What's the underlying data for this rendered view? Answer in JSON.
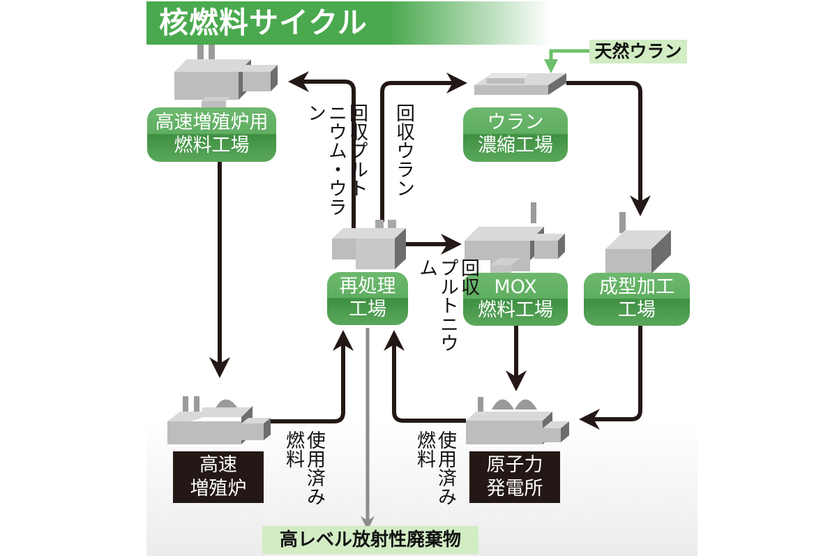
{
  "title": "核燃料サイクル",
  "colors": {
    "title_green": "#4aa94f",
    "pill_green": "#5fae61",
    "tag_green": "#d2ecc4",
    "arrow": "#231815",
    "waste_arrow": "#8c8c8c",
    "natural_uranium_arrow": "#6cc06a",
    "dark_label": "#231815"
  },
  "nodes": {
    "fbr_fuel_plant": {
      "lines": [
        "高速増殖炉用",
        "燃料工場"
      ]
    },
    "enrichment_plant": {
      "lines": [
        "ウラン",
        "濃縮工場"
      ]
    },
    "reprocessing_plant": {
      "lines": [
        "再処理",
        "工場"
      ]
    },
    "mox_fuel_plant": {
      "lines": [
        "MOX",
        "燃料工場"
      ]
    },
    "fabrication_plant": {
      "lines": [
        "成型加工",
        "工場"
      ]
    },
    "fast_breeder_reactor": {
      "lines": [
        "高速",
        "増殖炉"
      ]
    },
    "nuclear_power_plant": {
      "lines": [
        "原子力",
        "発電所"
      ]
    }
  },
  "inputs": {
    "natural_uranium": "天然ウラン"
  },
  "outputs": {
    "high_level_waste": "高レベル放射性廃棄物"
  },
  "flow_labels": {
    "recovered_pu_u": [
      "回収プルト",
      "ニウム・ウラン"
    ],
    "recovered_u": "回収ウラン",
    "recovered_pu": [
      "回収",
      "プルトニウム"
    ],
    "spent_fuel_fbr": [
      "使用済み",
      "燃料"
    ],
    "spent_fuel_npp": [
      "使用済み",
      "燃料"
    ]
  },
  "flows": [
    {
      "from": "reprocessing_plant",
      "to": "fbr_fuel_plant",
      "label": "回収プルトニウム・ウラン"
    },
    {
      "from": "reprocessing_plant",
      "to": "enrichment_plant",
      "label": "回収ウラン"
    },
    {
      "from": "reprocessing_plant",
      "to": "mox_fuel_plant",
      "label": "回収プルトニウム"
    },
    {
      "from": "natural_uranium",
      "to": "enrichment_plant",
      "label": "天然ウラン"
    },
    {
      "from": "enrichment_plant",
      "to": "fabrication_plant",
      "label": ""
    },
    {
      "from": "fabrication_plant",
      "to": "nuclear_power_plant",
      "label": ""
    },
    {
      "from": "mox_fuel_plant",
      "to": "nuclear_power_plant",
      "label": ""
    },
    {
      "from": "fbr_fuel_plant",
      "to": "fast_breeder_reactor",
      "label": ""
    },
    {
      "from": "fast_breeder_reactor",
      "to": "reprocessing_plant",
      "label": "使用済み燃料"
    },
    {
      "from": "nuclear_power_plant",
      "to": "reprocessing_plant",
      "label": "使用済み燃料"
    },
    {
      "from": "reprocessing_plant",
      "to": "high_level_waste",
      "label": ""
    }
  ]
}
